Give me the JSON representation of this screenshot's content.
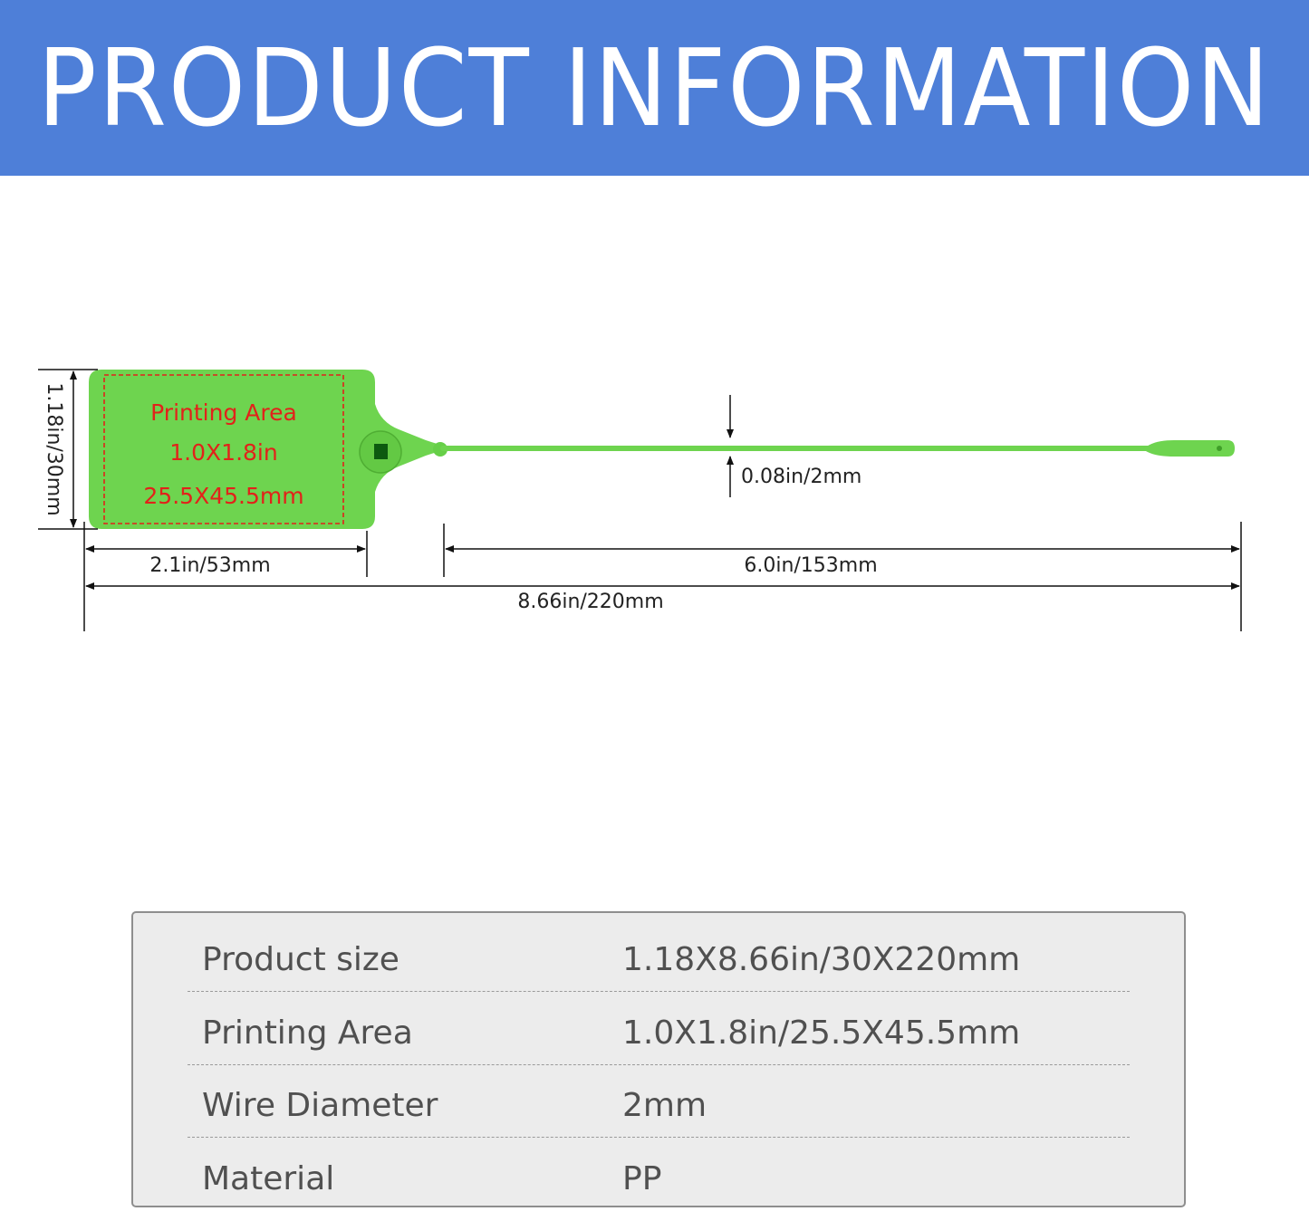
{
  "header": {
    "title": "PRODUCT INFORMATION"
  },
  "diagram": {
    "tag_text": {
      "line1": "Printing Area",
      "line2": "1.0X1.8in",
      "line3": "25.5X45.5mm"
    },
    "dimensions": {
      "height": "1.18in/30mm",
      "wire": "0.08in/2mm",
      "tag_length": "2.1in/53mm",
      "strap_length": "6.0in/153mm",
      "total_length": "8.66in/220mm"
    },
    "colors": {
      "tag": "#6ed44f",
      "print_area_border": "#e2221a",
      "header": "#4e7fd8"
    }
  },
  "specs": {
    "rows": [
      {
        "label": "Product size",
        "value": "1.18X8.66in/30X220mm"
      },
      {
        "label": "Printing Area",
        "value": "1.0X1.8in/25.5X45.5mm"
      },
      {
        "label": "Wire Diameter",
        "value": "2mm"
      },
      {
        "label": "Material",
        "value": "PP"
      }
    ]
  }
}
